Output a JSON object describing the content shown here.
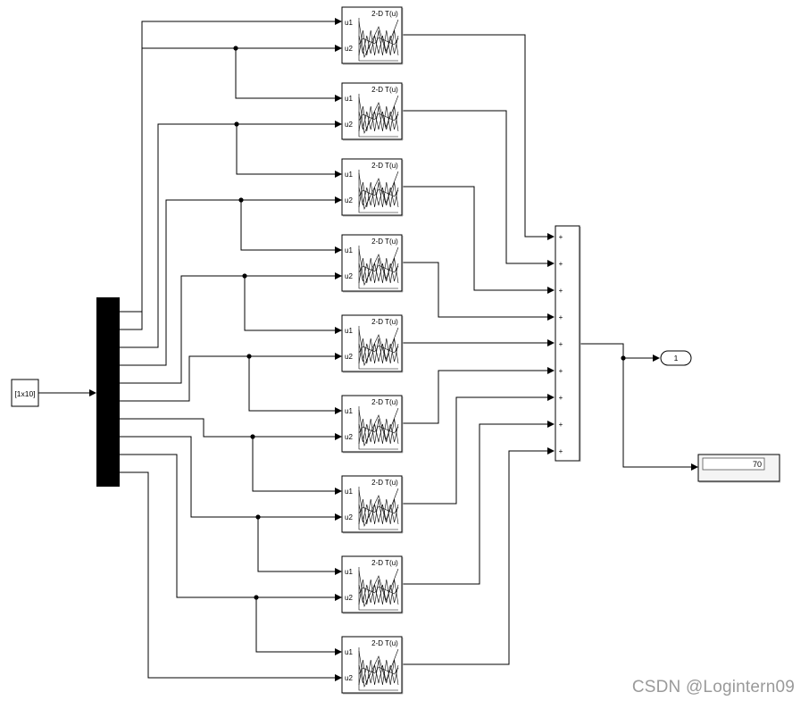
{
  "inport": {
    "label": "[1x10]"
  },
  "lookup_block": {
    "title": "2-D T(u)",
    "port1": "u1",
    "port2": "u2",
    "count": 9
  },
  "sum_block": {
    "sign": "+",
    "inputs": 9
  },
  "outport": {
    "label": "1"
  },
  "display": {
    "value": "70"
  },
  "watermark": "CSDN @Logintern09",
  "colors": {
    "line": "#000000",
    "block_border": "#000000",
    "demux_fill": "#000000",
    "background": "#ffffff"
  }
}
